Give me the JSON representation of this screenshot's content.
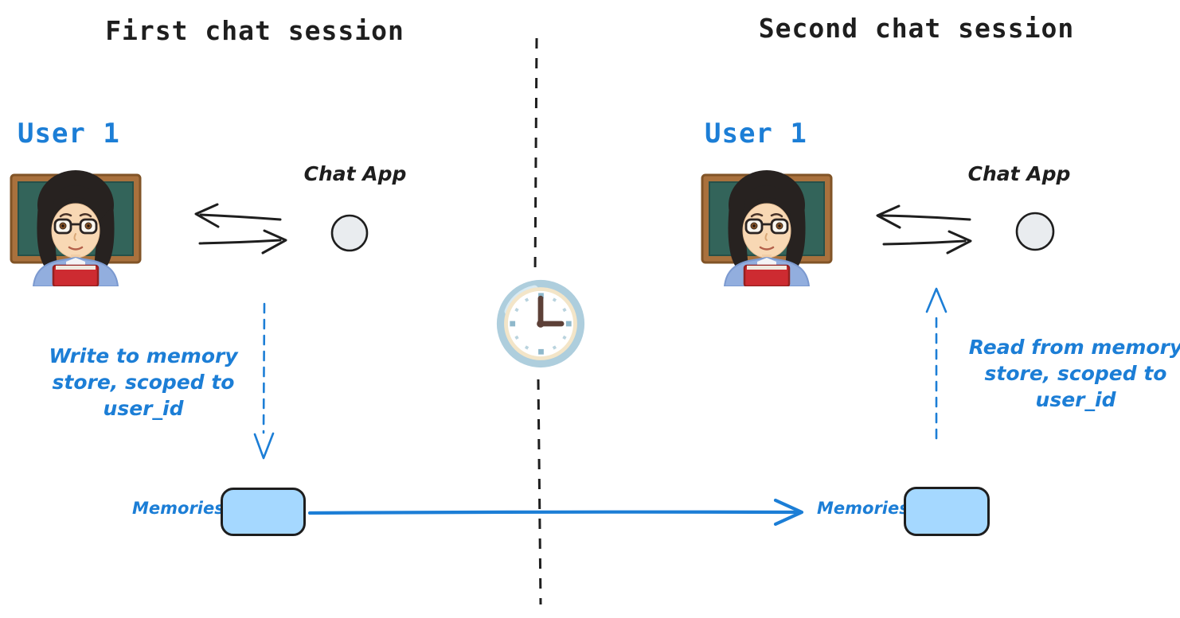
{
  "colors": {
    "ink": "#1e1e1e",
    "accent_blue": "#1c7ed6",
    "memories_box_fill": "#a5d8ff",
    "chat_app_circle_fill": "#e9ecef",
    "background": "#ffffff"
  },
  "left_session": {
    "title": "First chat session",
    "user_label": "User 1",
    "user_icon": "woman-teacher-emoji",
    "chat_app_label": "Chat App",
    "chat_app_icon": "circle-node",
    "memory_note_lines": [
      "Write to memory",
      "store, scoped to",
      "user_id"
    ],
    "memories_label": "Memories"
  },
  "right_session": {
    "title": "Second chat session",
    "user_label": "User 1",
    "user_icon": "woman-teacher-emoji",
    "chat_app_label": "Chat App",
    "chat_app_icon": "circle-node",
    "memory_note_lines": [
      "Read from memory",
      "store, scoped to",
      "user_id"
    ],
    "memories_label": "Memories"
  },
  "timeline": {
    "divider_icon": "clock-three-oclock-emoji",
    "divider_style": "vertical-dashed-line"
  }
}
